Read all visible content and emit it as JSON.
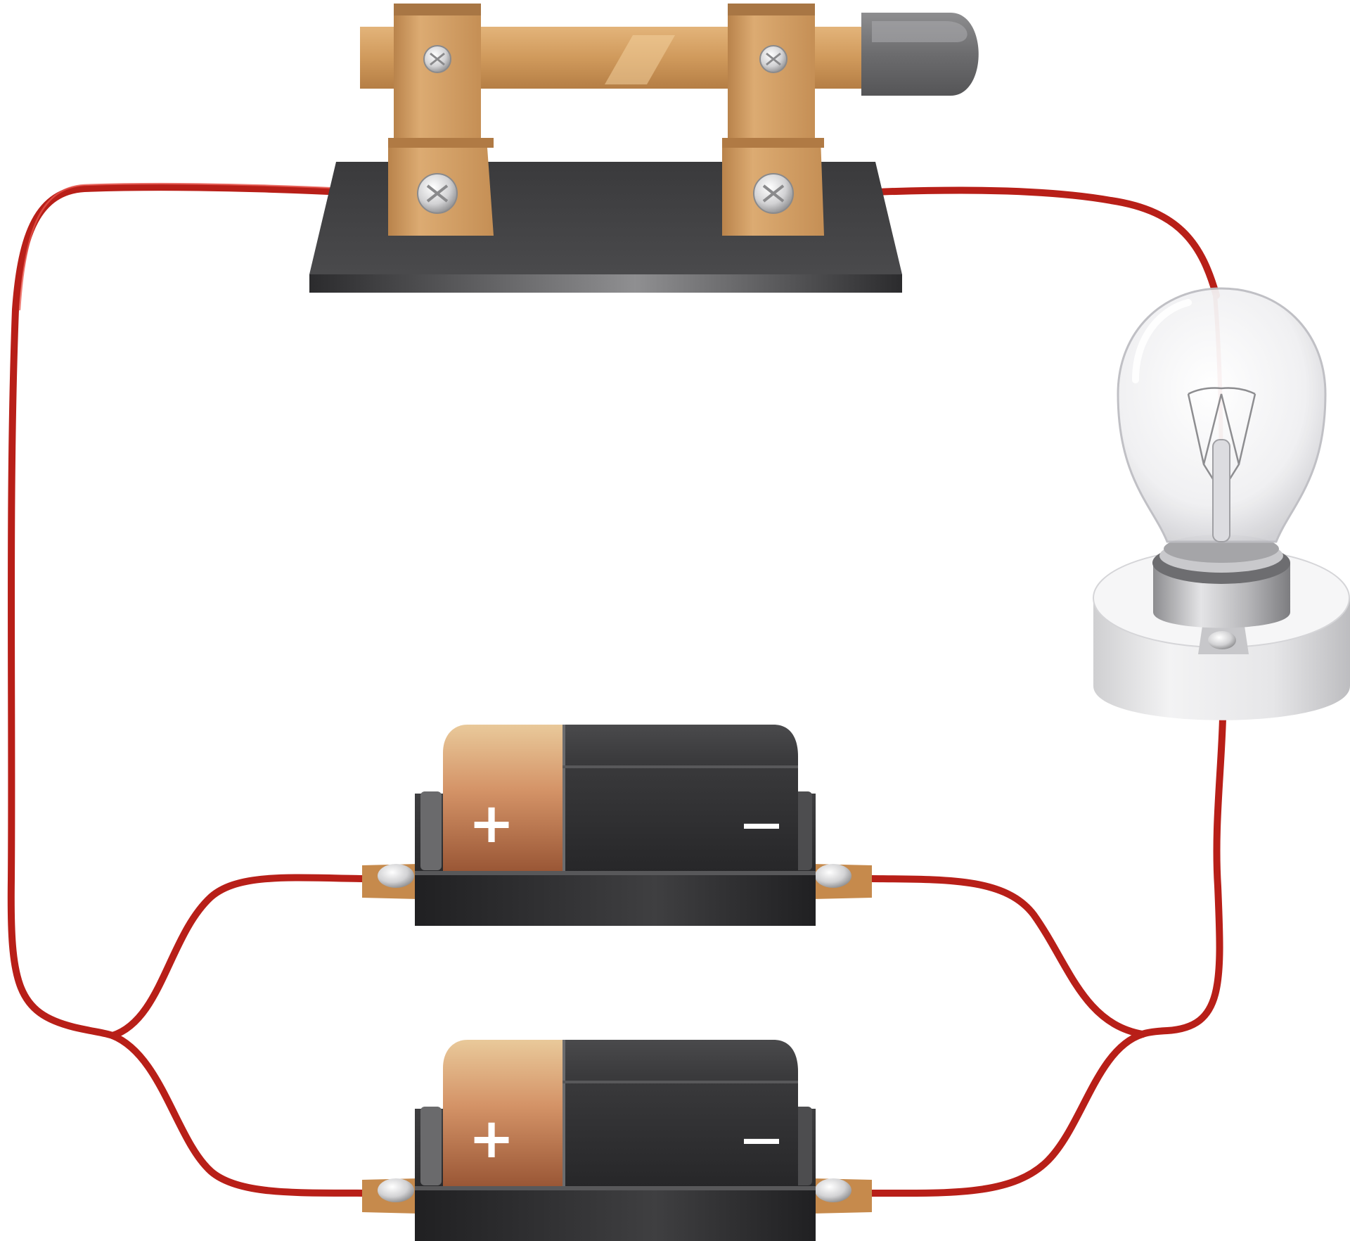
{
  "diagram": {
    "components": [
      {
        "id": "knife-switch",
        "kind": "knife switch",
        "state": "closed"
      },
      {
        "id": "light-bulb",
        "kind": "incandescent light bulb on holder"
      },
      {
        "id": "battery-top",
        "kind": "battery in holder"
      },
      {
        "id": "battery-bottom",
        "kind": "battery in holder"
      }
    ],
    "connections": [
      [
        "knife-switch",
        "light-bulb"
      ],
      [
        "light-bulb",
        "battery-top"
      ],
      [
        "light-bulb",
        "battery-bottom"
      ],
      [
        "battery-top",
        "knife-switch"
      ],
      [
        "battery-bottom",
        "knife-switch"
      ]
    ],
    "battery_labels": {
      "positive": "+",
      "negative": "—"
    },
    "colors": {
      "wire": "#b81f18",
      "brass": "#c9955a",
      "base": "#3f3f41",
      "battery_body": "#2f2f31",
      "battery_cap": "#b86a45",
      "background": "#ffffff"
    }
  }
}
